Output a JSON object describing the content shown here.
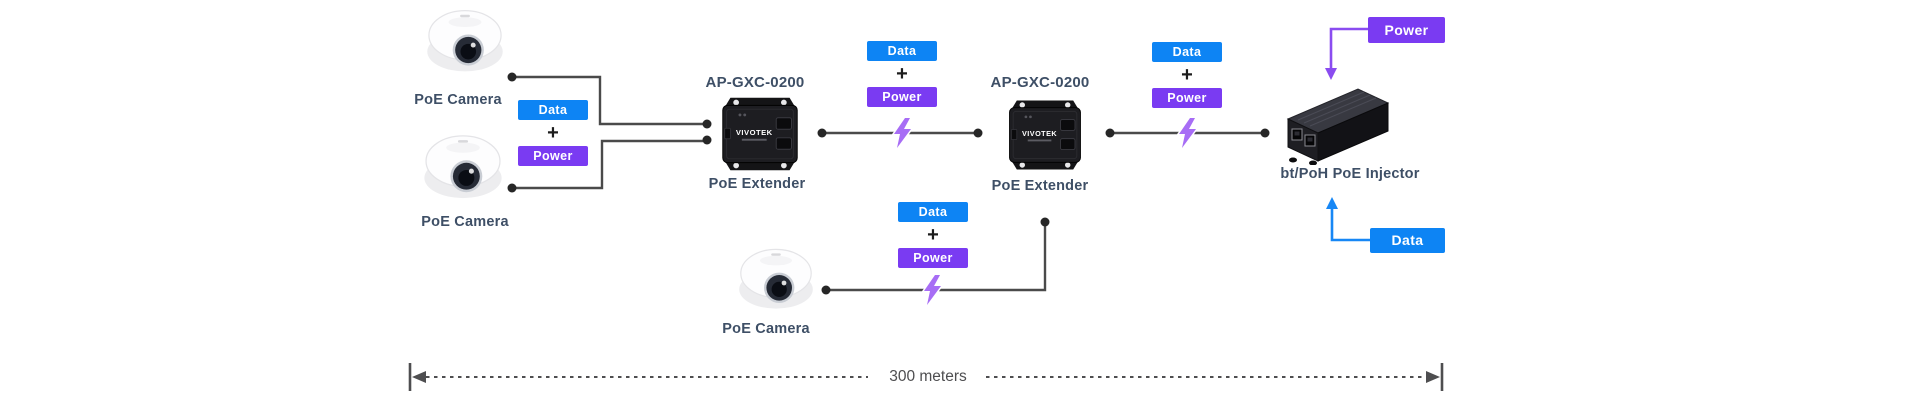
{
  "devices": {
    "camera_top": {
      "label": "PoE Camera"
    },
    "camera_middle": {
      "label": "PoE Camera"
    },
    "camera_bottom": {
      "label": "PoE Camera"
    },
    "extender_1": {
      "model": "AP-GXC-0200",
      "type": "PoE Extender",
      "brand": "VIVOTEK"
    },
    "extender_2": {
      "model": "AP-GXC-0200",
      "type": "PoE Extender",
      "brand": "VIVOTEK"
    },
    "injector": {
      "label": "bt/PoH PoE Injector"
    }
  },
  "badges": {
    "data_label": "Data",
    "power_label": "Power",
    "plus": "+"
  },
  "measurement": {
    "label": "300 meters"
  },
  "icons": {
    "lightning": "lightning-bolt-icon",
    "camera": "dome-camera-icon",
    "extender": "poe-extender-device",
    "injector": "poe-injector-device"
  },
  "colors": {
    "data_blue": "#0d84f4",
    "power_purple": "#7a3bf2",
    "bolt_purple": "#a76df5",
    "arrow_purple": "#8a4cf0",
    "arrow_blue": "#1787f5",
    "label_text": "#3e4f66",
    "wire": "#4a4a4a",
    "dim": "#4e4e50"
  }
}
